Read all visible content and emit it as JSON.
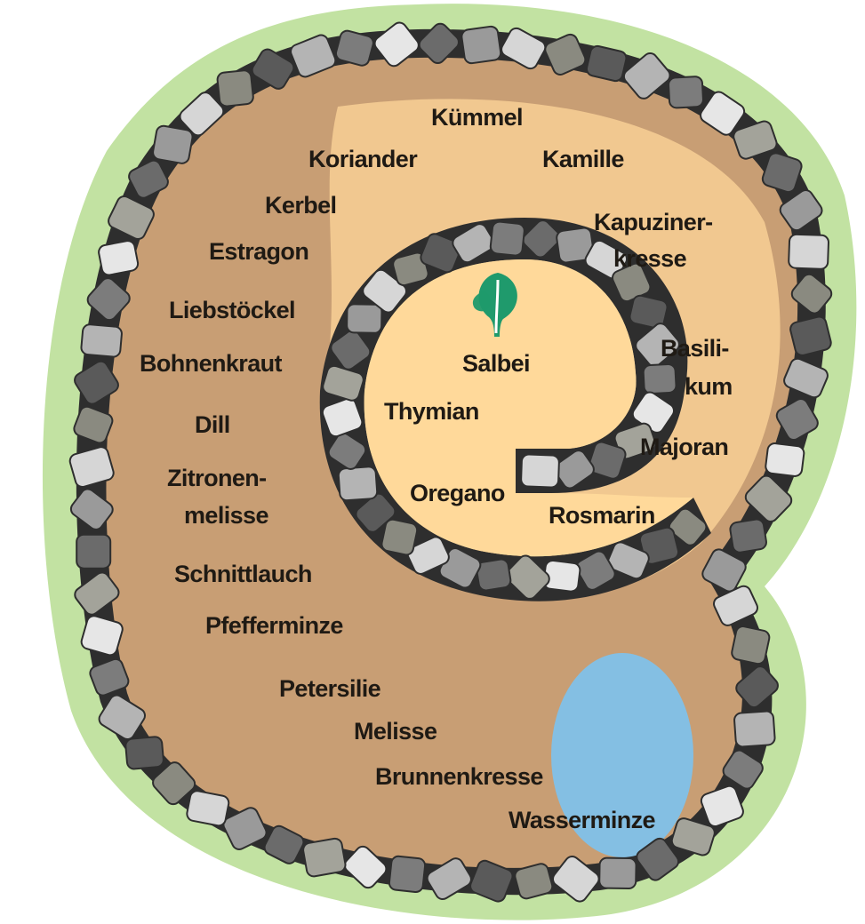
{
  "colors": {
    "lawn": "#c2e2a2",
    "stone_border": "#2e2e2e",
    "outer_zone": "#c89e74",
    "middle_zone": "#f1c890",
    "inner_zone": "#ffd99a",
    "pond": "#84bfe3",
    "leaf_icon": "#1f9a6c",
    "stone_shades": [
      "#6b6b6b",
      "#9a9a9a",
      "#d6d6d6",
      "#8a8a80",
      "#5a5a5a",
      "#b4b4b4",
      "#7c7c7c",
      "#e6e6e6",
      "#a3a39a"
    ]
  },
  "icon": "leaf-icon",
  "herbs": {
    "kuemmel": "Kümmel",
    "koriander": "Koriander",
    "kamille": "Kamille",
    "kerbel": "Kerbel",
    "estragon": "Estragon",
    "kapuzinerkresse_1": "Kapuziner-",
    "kapuzinerkresse_2": "kresse",
    "liebstoeckel": "Liebstöckel",
    "bohnenkraut": "Bohnenkraut",
    "salbei": "Salbei",
    "basilikum_1": "Basili-",
    "basilikum_2": "kum",
    "thymian": "Thymian",
    "dill": "Dill",
    "majoran": "Majoran",
    "zitronenmelisse_1": "Zitronen-",
    "zitronenmelisse_2": "melisse",
    "oregano": "Oregano",
    "rosmarin": "Rosmarin",
    "schnittlauch": "Schnittlauch",
    "pfefferminze": "Pfefferminze",
    "petersilie": "Petersilie",
    "melisse": "Melisse",
    "brunnenkresse": "Brunnenkresse",
    "wasserminze": "Wasserminze"
  }
}
